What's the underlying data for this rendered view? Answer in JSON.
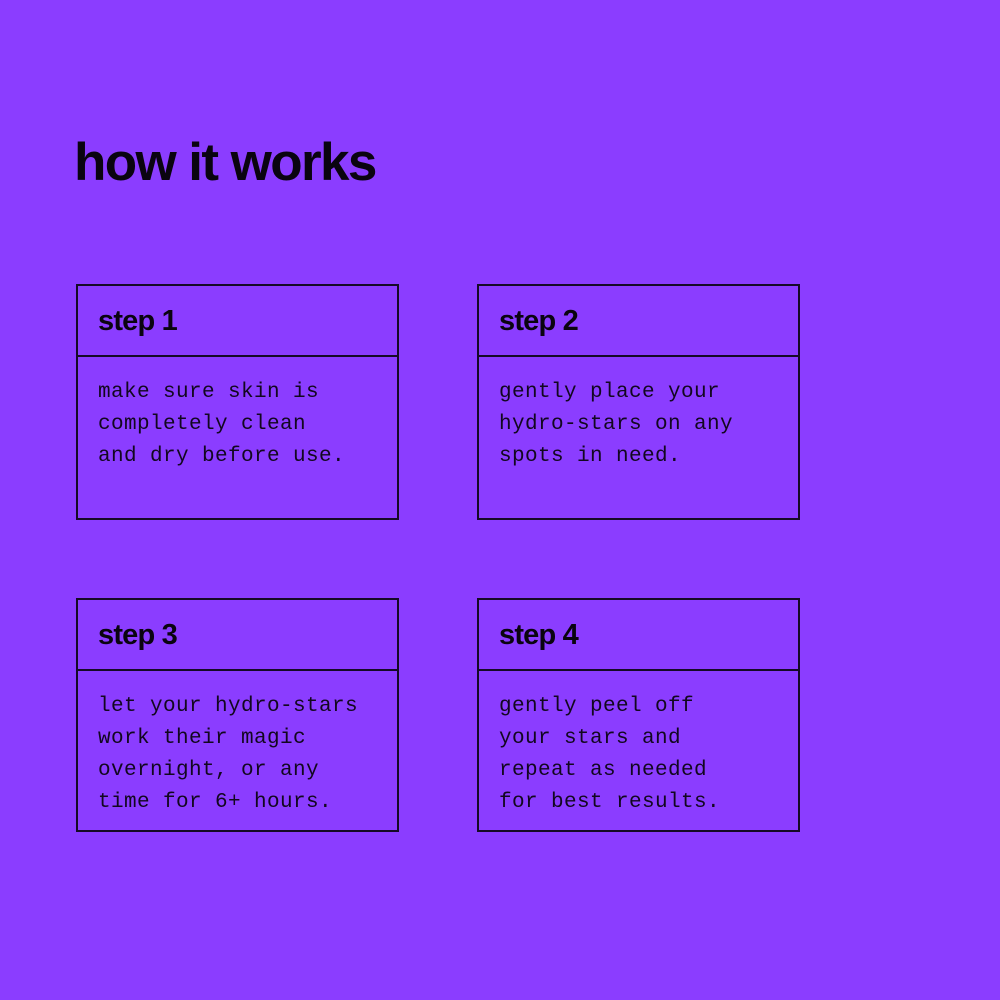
{
  "theme": {
    "background_color": "#8b3dff",
    "ink_color": "#0a0410",
    "border_color": "#150a26"
  },
  "header": {
    "title": "how it works"
  },
  "steps": [
    {
      "label": "step 1",
      "lines": [
        "make sure skin is",
        "completely clean",
        "and dry before use."
      ]
    },
    {
      "label": "step 2",
      "lines": [
        "gently place your",
        "hydro-stars on any",
        "spots in need."
      ]
    },
    {
      "label": "step 3",
      "lines": [
        "let your hydro-stars",
        "work their magic",
        "overnight, or any",
        "time for 6+ hours."
      ]
    },
    {
      "label": "step 4",
      "lines": [
        "gently peel off",
        "your stars and",
        "repeat as needed",
        "for best results."
      ]
    }
  ]
}
